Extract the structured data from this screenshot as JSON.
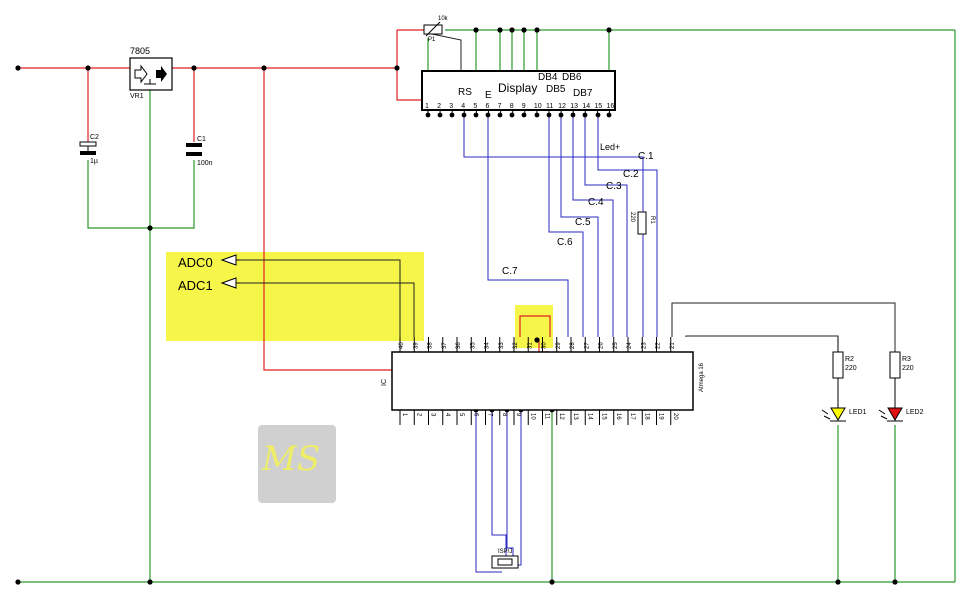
{
  "regulator": {
    "part": "7805",
    "ref": "VR1"
  },
  "capacitors": [
    {
      "ref": "C2",
      "value": "1µ"
    },
    {
      "ref": "C1",
      "value": "100n"
    }
  ],
  "potentiometer": {
    "value": "10k",
    "ref": "P1"
  },
  "display": {
    "label": "Display",
    "signals": {
      "rs": "RS",
      "e": "E",
      "db4": "DB4",
      "db5": "DB5",
      "db6": "DB6",
      "db7": "DB7"
    },
    "pins": [
      "1",
      "2",
      "3",
      "4",
      "5",
      "6",
      "7",
      "8",
      "9",
      "10",
      "11",
      "12",
      "13",
      "14",
      "15",
      "16"
    ],
    "led_plus": "Led+"
  },
  "nets": {
    "c1": "C.1",
    "c2": "C.2",
    "c3": "C.3",
    "c4": "C.4",
    "c5": "C.5",
    "c6": "C.6",
    "c7": "C.7"
  },
  "resistors": [
    {
      "ref": "R1",
      "value": "220"
    },
    {
      "ref": "R2",
      "value": "220"
    },
    {
      "ref": "R3",
      "value": "220"
    }
  ],
  "adc_labels": [
    "ADC0",
    "ADC1"
  ],
  "mcu": {
    "ref": "IC",
    "name": "Atmega 16",
    "top_pins": [
      "40",
      "39",
      "38",
      "37",
      "36",
      "35",
      "34",
      "33",
      "32",
      "31",
      "30",
      "29",
      "28",
      "27",
      "26",
      "25",
      "24",
      "23",
      "22",
      "21"
    ],
    "bottom_pins": [
      "1",
      "2",
      "3",
      "4",
      "5",
      "6",
      "7",
      "8",
      "9",
      "10",
      "11",
      "12",
      "13",
      "14",
      "15",
      "16",
      "17",
      "18",
      "19",
      "20"
    ]
  },
  "leds": [
    {
      "ref": "LED1",
      "color": "#ffff00"
    },
    {
      "ref": "LED2",
      "color": "#e01010"
    }
  ],
  "jumper": {
    "ref": "ISP/J"
  },
  "logo": {
    "text": "MS"
  },
  "colors": {
    "supply": "#dd2222",
    "ground": "#2a9a2a",
    "signal": "#2a2ac0",
    "wire": "#222222",
    "highlight": "#f6f64a"
  }
}
